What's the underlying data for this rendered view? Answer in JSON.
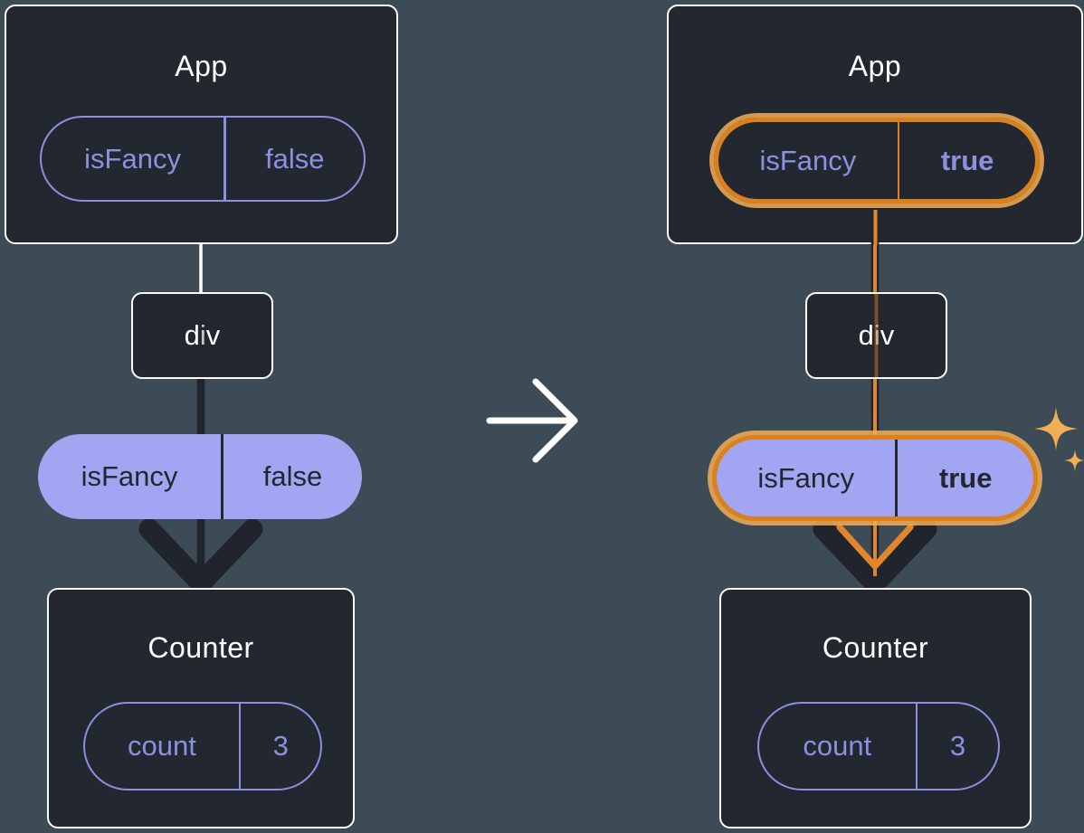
{
  "diagram": {
    "left": {
      "app": {
        "title": "App",
        "state_pill": {
          "key": "isFancy",
          "value": "false"
        }
      },
      "container": {
        "title": "div"
      },
      "prop_pill": {
        "key": "isFancy",
        "value": "false"
      },
      "counter": {
        "title": "Counter",
        "state_pill": {
          "key": "count",
          "value": "3"
        }
      }
    },
    "right": {
      "app": {
        "title": "App",
        "state_pill": {
          "key": "isFancy",
          "value": "true"
        }
      },
      "container": {
        "title": "div"
      },
      "prop_pill": {
        "key": "isFancy",
        "value": "true"
      },
      "counter": {
        "title": "Counter",
        "state_pill": {
          "key": "count",
          "value": "3"
        }
      }
    },
    "colors": {
      "background": "#3c4b55",
      "box_background": "#23272f",
      "box_border": "#ffffff",
      "purple": "#8b90e0",
      "pill_fill": "#a2a5f1",
      "arrow_dark": "#20242d",
      "highlight_orange": "#d9811f",
      "highlight_glow": "#f2ae55",
      "sparkle": "#f2ae55",
      "transition_arrow": "#ffffff"
    }
  }
}
